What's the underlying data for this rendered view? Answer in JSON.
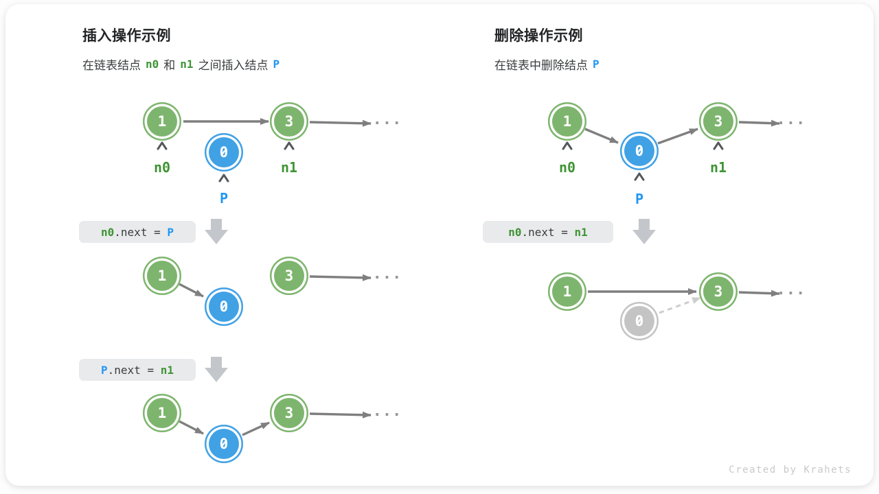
{
  "insert_panel": {
    "title": "插入操作示例",
    "subtitle": {
      "part1": "在链表结点",
      "n0": "n0",
      "part2": "和",
      "n1": "n1",
      "part3": "之间插入结点",
      "p": "P"
    },
    "code_step1": {
      "lhs": "n0",
      "mid": ".next = ",
      "rhs": "P"
    },
    "code_step2": {
      "lhs": "P",
      "mid": ".next = ",
      "rhs": "n1"
    }
  },
  "delete_panel": {
    "title": "删除操作示例",
    "subtitle": {
      "part1": "在链表中删除结点",
      "p": "P"
    },
    "code_step1": {
      "lhs": "n0",
      "mid": ".next = ",
      "rhs": "n1"
    }
  },
  "diagrams": {
    "insert_start": {
      "node1": "1",
      "node0": "0",
      "node3": "3",
      "label_n0": "n0",
      "label_n1": "n1",
      "label_p": "P",
      "ellipsis": "..."
    },
    "insert_step1": {
      "node1": "1",
      "node0": "0",
      "node3": "3",
      "ellipsis": "..."
    },
    "insert_step2": {
      "node1": "1",
      "node0": "0",
      "node3": "3",
      "ellipsis": "..."
    },
    "delete_start": {
      "node1": "1",
      "node0": "0",
      "node3": "3",
      "label_n0": "n0",
      "label_n1": "n1",
      "label_p": "P",
      "ellipsis": "..."
    },
    "delete_result": {
      "node1": "1",
      "node0_removed": "0",
      "node3": "3",
      "ellipsis": "..."
    }
  },
  "footer": {
    "credit": "Created by Krahets"
  },
  "colors": {
    "node_green": "#7EB56E",
    "node_blue": "#41A1E5",
    "node_gray": "#C4C4C4",
    "label_green": "#3E9434",
    "label_blue": "#2196F3",
    "arrow_gray": "#7F7F7F",
    "arrow_dashed": "#CDCDCD",
    "block_arrow": "#C3C7CB",
    "code_bg": "#E9EAEC",
    "code_text": "#3A3D40",
    "ellipsis": "#979797",
    "credit": "#C9C9C9"
  }
}
